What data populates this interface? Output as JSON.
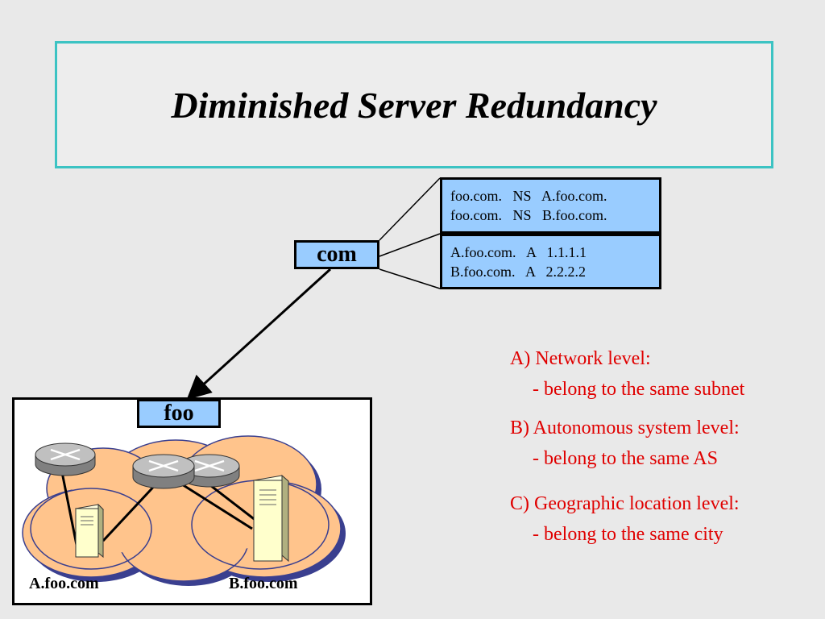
{
  "title": "Diminished Server Redundancy",
  "com_label": "com",
  "foo_label": "foo",
  "ns_records": [
    "foo.com.   NS   A.foo.com.",
    "foo.com.   NS   B.foo.com."
  ],
  "a_records": [
    "A.foo.com.   A   1.1.1.1",
    "B.foo.com.   A   2.2.2.2"
  ],
  "hosts": {
    "a": "A.foo.com",
    "b": "B.foo.com"
  },
  "levels": [
    {
      "title": "A) Network level:",
      "desc": "- belong to the same subnet"
    },
    {
      "title": "B) Autonomous system level:",
      "desc": "- belong to the same AS"
    },
    {
      "title": "C) Geographic location level:",
      "desc": "- belong to the same city"
    }
  ],
  "colors": {
    "title_border": "#3cc3c3",
    "box_fill": "#99ccff",
    "cloud_fill": "#ffc48c",
    "cloud_outline": "#3a3f8f",
    "level_text": "#e00000"
  },
  "icons": [
    "router-icon",
    "server-icon",
    "cloud-icon"
  ]
}
